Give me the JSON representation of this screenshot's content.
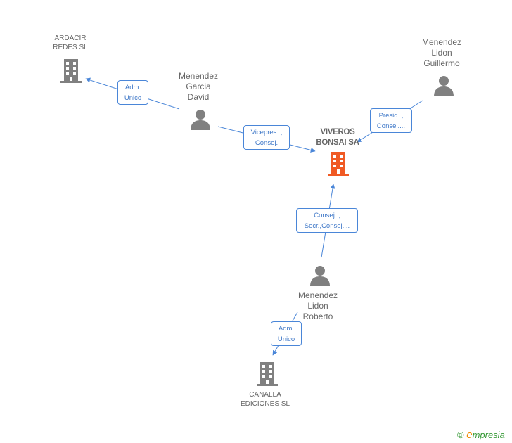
{
  "nodes": {
    "ardacir": {
      "lines": [
        "ARDACIR",
        "REDES SL"
      ],
      "icon": "building-icon",
      "color": "#808080"
    },
    "viveros": {
      "lines": [
        "VIVEROS",
        "BONSAI SA"
      ],
      "icon": "building-icon",
      "color": "#f05a24"
    },
    "canalla": {
      "lines": [
        "CANALLA",
        "EDICIONES SL"
      ],
      "icon": "building-icon",
      "color": "#808080"
    },
    "garcia_david": {
      "lines": [
        "Menendez",
        "Garcia",
        "David"
      ],
      "icon": "person-icon",
      "color": "#808080"
    },
    "lidon_guillermo": {
      "lines": [
        "Menendez",
        "Lidon",
        "Guillermo"
      ],
      "icon": "person-icon",
      "color": "#808080"
    },
    "lidon_roberto": {
      "lines": [
        "Menendez",
        "Lidon",
        "Roberto"
      ],
      "icon": "person-icon",
      "color": "#808080"
    }
  },
  "relations": {
    "david_ardacir": [
      "Adm.",
      "Unico"
    ],
    "david_viveros": [
      "Vicepres. ,",
      "Consej."
    ],
    "guillermo_viveros": [
      "Presid. ,",
      "Consej...."
    ],
    "roberto_viveros": [
      "Consej. ,",
      "Secr.,Consej...."
    ],
    "roberto_canalla": [
      "Adm.",
      "Unico"
    ]
  },
  "colors": {
    "edge": "#4a86d8",
    "company": "#808080",
    "highlight": "#f05a24"
  },
  "footer": {
    "copyright": "©",
    "brand_initial": "e",
    "brand_rest": "mpresia"
  }
}
